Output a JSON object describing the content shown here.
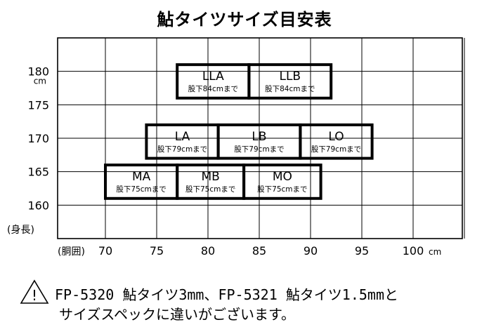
{
  "chart_data": {
    "type": "table",
    "title": "鮎タイツサイズ目安表",
    "x_axis": {
      "label": "(胴囲)",
      "ticks": [
        70,
        75,
        80,
        85,
        90,
        95,
        100
      ],
      "tick_labels": [
        "70",
        "75",
        "80",
        "85",
        "90",
        "95",
        "100"
      ],
      "unit": "cm",
      "range": [
        70,
        104
      ],
      "grid_lines": [
        70,
        75,
        80,
        85,
        90,
        95,
        100
      ]
    },
    "y_axis": {
      "label": "(身長)",
      "ticks": [
        160,
        165,
        170,
        175,
        180
      ],
      "tick_labels": [
        "160",
        "165",
        "170",
        "175",
        "180"
      ],
      "unit": "cm",
      "range": [
        155,
        185
      ],
      "grid_lines": [
        160,
        165,
        170,
        175,
        180,
        185
      ]
    },
    "grid": true,
    "sizes": [
      {
        "code": "LLA",
        "inseam": "股下84cmまで",
        "waist": [
          77,
          84
        ],
        "height": [
          176,
          181
        ]
      },
      {
        "code": "LLB",
        "inseam": "股下84cmまで",
        "waist": [
          84,
          92
        ],
        "height": [
          176,
          181
        ]
      },
      {
        "code": "LA",
        "inseam": "股下79cmまで",
        "waist": [
          74,
          81
        ],
        "height": [
          167,
          172
        ]
      },
      {
        "code": "LB",
        "inseam": "股下79cmまで",
        "waist": [
          81,
          89
        ],
        "height": [
          167,
          172
        ]
      },
      {
        "code": "LO",
        "inseam": "股下79cmまで",
        "waist": [
          89,
          96
        ],
        "height": [
          167,
          172
        ]
      },
      {
        "code": "MA",
        "inseam": "股下75cmまで",
        "waist": [
          70,
          77
        ],
        "height": [
          161,
          166
        ]
      },
      {
        "code": "MB",
        "inseam": "股下75cmまで",
        "waist": [
          77,
          83.5
        ],
        "height": [
          161,
          166
        ]
      },
      {
        "code": "MO",
        "inseam": "股下75cmまで",
        "waist": [
          83.5,
          91
        ],
        "height": [
          161,
          166
        ]
      }
    ]
  },
  "note": {
    "line1": "FP-5320 鮎タイツ3mm、FP-5321 鮎タイツ1.5mmと",
    "line2": "サイズスペックに違いがございます。",
    "icon": "warning-triangle-icon"
  }
}
